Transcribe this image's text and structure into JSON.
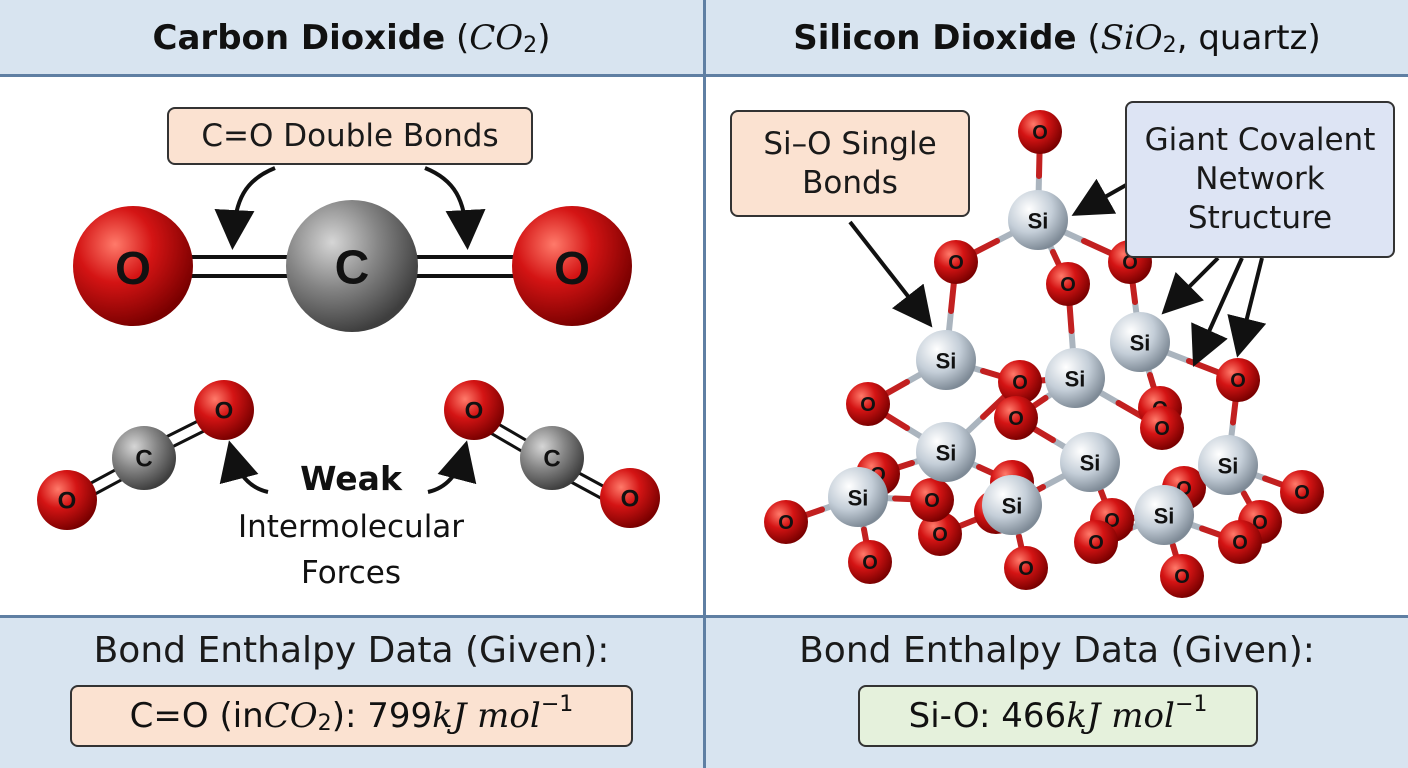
{
  "left": {
    "title_bold": "Carbon Dioxide",
    "title_formula": "CO",
    "title_sub": "2",
    "bond_label": "C=O Double Bonds",
    "weak_bold": "Weak",
    "weak_line2": "Intermolecular",
    "weak_line3": "Forces",
    "given_heading": "Bond Enthalpy Data (Given):",
    "value_prefix": "C=O (in ",
    "value_formula": "CO",
    "value_sub": "2",
    "value_mid": "): 799 ",
    "value_unit": "kJ mol",
    "value_exp": "−1"
  },
  "right": {
    "title_bold": "Silicon Dioxide",
    "title_formula": "SiO",
    "title_sub": "2",
    "title_suffix": ", quartz)",
    "single_label": "Si–O Single Bonds",
    "network_label": "Giant Covalent Network Structure",
    "given_heading": "Bond Enthalpy Data (Given):",
    "value_prefix": "Si-O: 466 ",
    "value_unit": "kJ mol",
    "value_exp": "−1"
  },
  "atoms": {
    "oxygen": "O",
    "carbon": "C",
    "silicon": "Si"
  },
  "colors": {
    "band": "#d8e4f0",
    "divider": "#5f7fa3",
    "oxygen": "#d01010",
    "carbon": "#7a7a7a",
    "silicon": "#c9d3dc",
    "label_peach": "#fbe2d1",
    "label_blue": "#dde4f4",
    "label_green": "#e5f1dc"
  }
}
